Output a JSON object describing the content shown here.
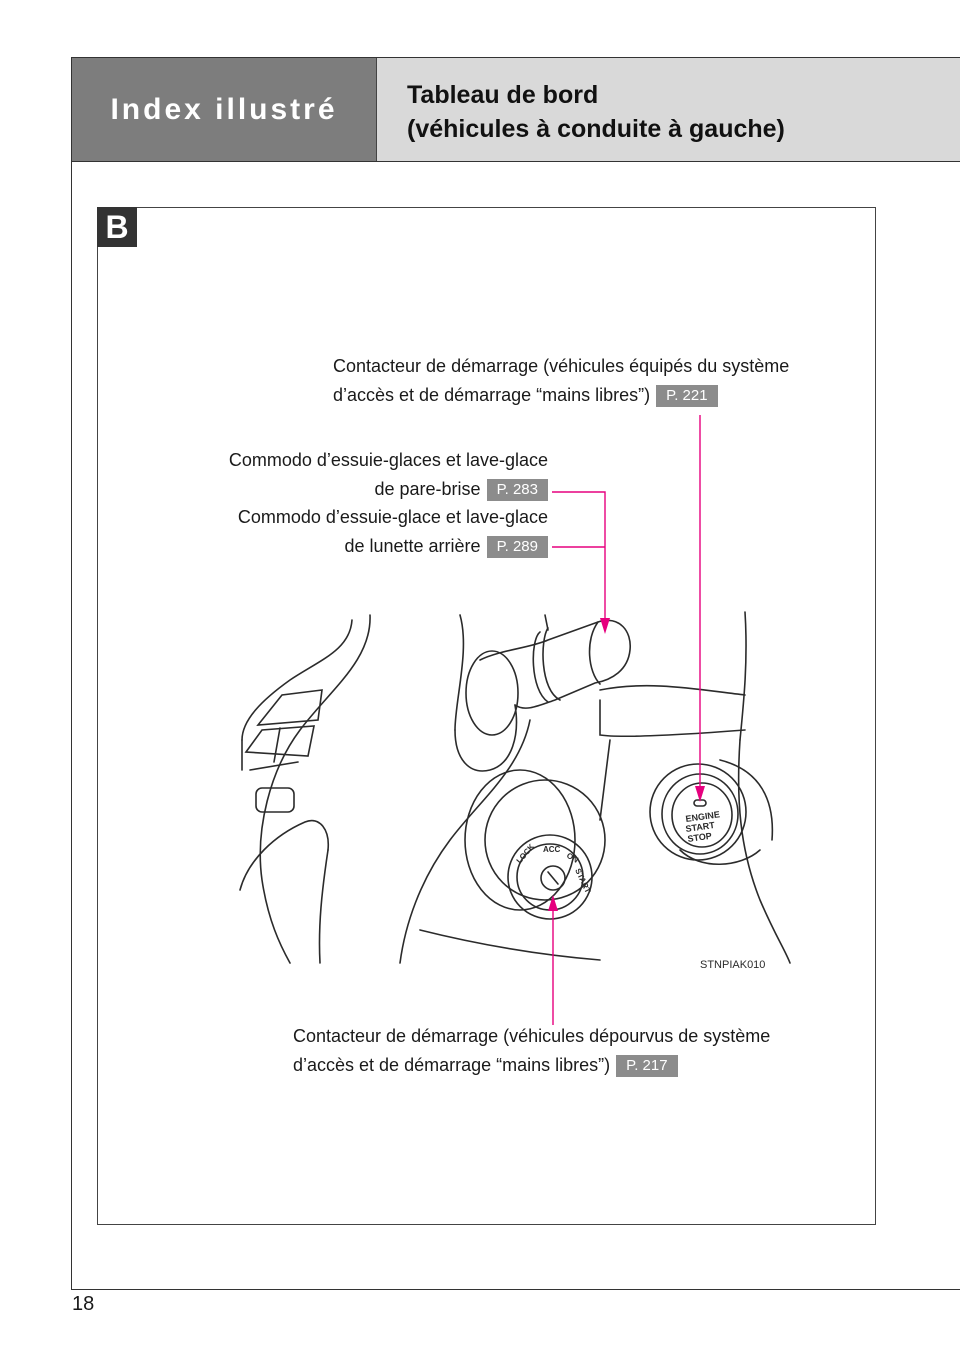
{
  "header": {
    "section_title": "Index illustré",
    "page_title_line1": "Tableau de bord",
    "page_title_line2": "(véhicules à conduite à gauche)"
  },
  "figure": {
    "badge": "B",
    "code": "STNPIAK010",
    "callouts": [
      {
        "line1": "Contacteur de démarrage (véhicules équipés du système",
        "line2": "d’accès et de démarrage “mains libres”)",
        "ref": "P. 221"
      },
      {
        "line1": "Commodo d’essuie-glaces et lave-glace",
        "line2": "de pare-brise",
        "ref": "P. 283"
      },
      {
        "line1": "Commodo d’essuie-glace et lave-glace",
        "line2": "de lunette arrière",
        "ref": "P. 289"
      },
      {
        "line1": "Contacteur de démarrage (véhicules dépourvus de système",
        "line2": "d’accès et de démarrage “mains libres”)",
        "ref": "P. 217"
      }
    ],
    "switch_labels": {
      "lock": "LOCK",
      "acc": "ACC",
      "on": "ON",
      "start": "START"
    },
    "button_labels": {
      "line1": "ENGINE",
      "line2": "START",
      "line3": "STOP"
    },
    "accent_color": "#e6007e"
  },
  "page_number": "18"
}
